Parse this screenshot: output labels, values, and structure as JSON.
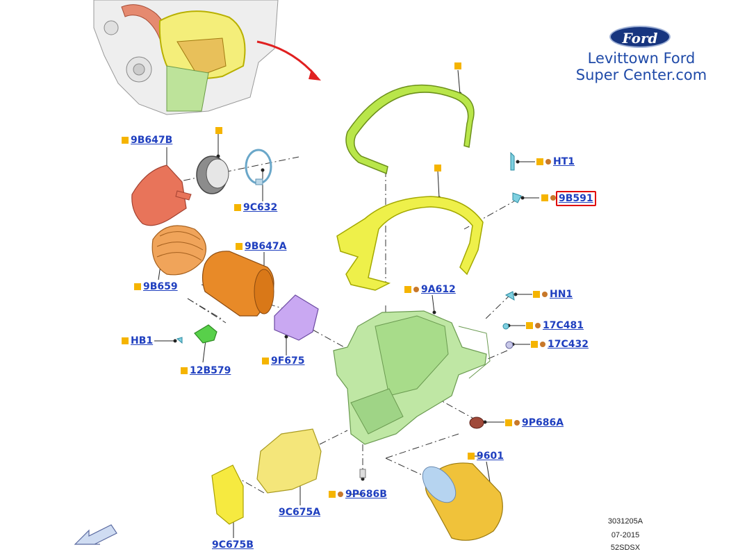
{
  "dealer": {
    "brand": "Ford",
    "line1": "Levittown Ford",
    "line2": "Super Center.com"
  },
  "meta": {
    "code": "3031205A",
    "date": "07-2015",
    "model": "52SDSX"
  },
  "labels": {
    "p9B647B": "9B647B",
    "p9C632": "9C632",
    "p9B647A": "9B647A",
    "p9B659": "9B659",
    "pHB1": "HB1",
    "p12B579": "12B579",
    "p9F675": "9F675",
    "p9A612": "9A612",
    "pHT1": "HT1",
    "p9B591": "9B591",
    "pHN1": "HN1",
    "p17C481": "17C481",
    "p17C432": "17C432",
    "p9P686A": "9P686A",
    "p9601": "9601",
    "p9P686B": "9P686B",
    "p9C675A": "9C675A",
    "p9C675B": "9C675B"
  },
  "colors": {
    "label_text": "#1f3fbf",
    "marker_square": "#f5b400",
    "marker_dot": "#c8782a",
    "highlight_border": "#e00000",
    "dealer_text": "#1f4aa8"
  }
}
